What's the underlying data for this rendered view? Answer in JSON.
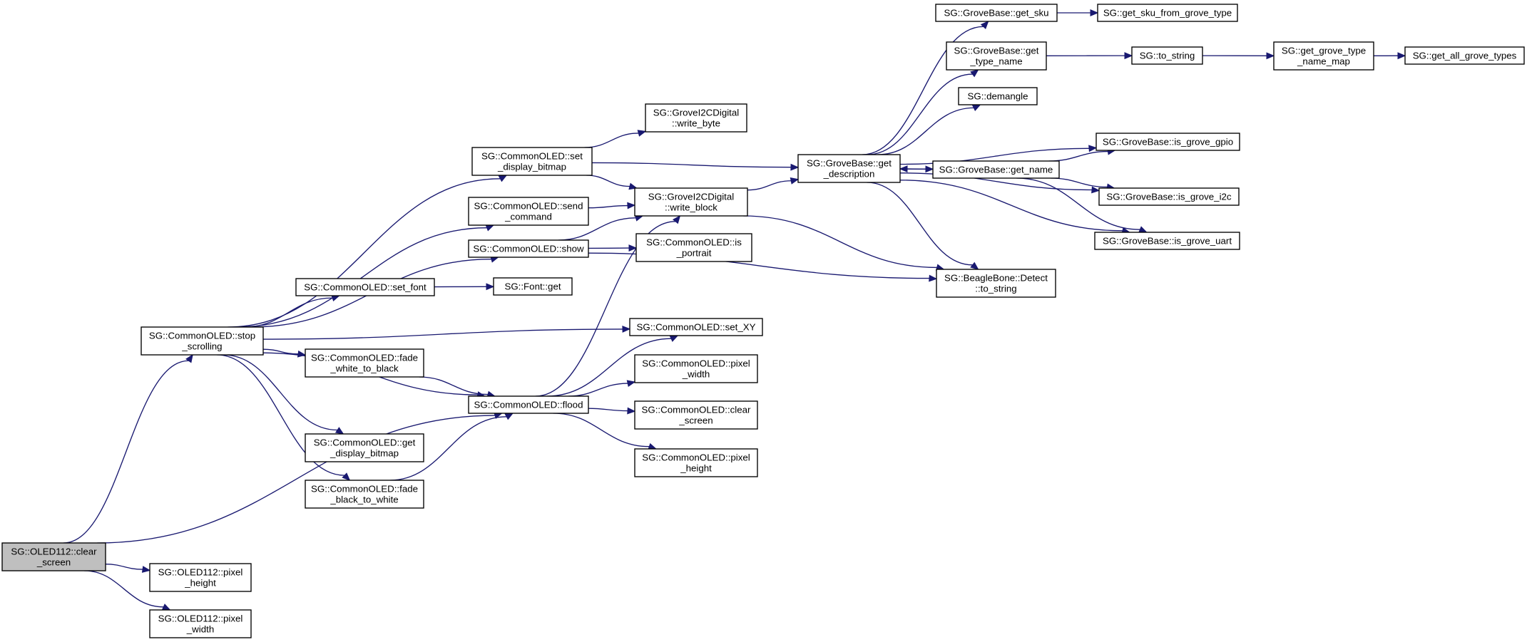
{
  "graph": {
    "colors": {
      "edge": "#191970",
      "root_fill": "#bfbfbf",
      "node_fill": "#ffffff",
      "border": "#000000"
    },
    "nodes": [
      {
        "id": "oled112_clear_screen",
        "lines": [
          "SG::OLED112::clear",
          "_screen"
        ],
        "root": true
      },
      {
        "id": "oled112_pixel_height",
        "lines": [
          "SG::OLED112::pixel",
          "_height"
        ]
      },
      {
        "id": "oled112_pixel_width",
        "lines": [
          "SG::OLED112::pixel",
          "_width"
        ]
      },
      {
        "id": "stop_scrolling",
        "lines": [
          "SG::CommonOLED::stop",
          "_scrolling"
        ]
      },
      {
        "id": "set_display_bitmap",
        "lines": [
          "SG::CommonOLED::set",
          "_display_bitmap"
        ]
      },
      {
        "id": "send_command",
        "lines": [
          "SG::CommonOLED::send",
          "_command"
        ]
      },
      {
        "id": "show",
        "lines": [
          "SG::CommonOLED::show"
        ]
      },
      {
        "id": "set_font",
        "lines": [
          "SG::CommonOLED::set_font"
        ]
      },
      {
        "id": "fade_white_to_black",
        "lines": [
          "SG::CommonOLED::fade",
          "_white_to_black"
        ]
      },
      {
        "id": "flood",
        "lines": [
          "SG::CommonOLED::flood"
        ]
      },
      {
        "id": "get_display_bitmap",
        "lines": [
          "SG::CommonOLED::get",
          "_display_bitmap"
        ]
      },
      {
        "id": "fade_black_to_white",
        "lines": [
          "SG::CommonOLED::fade",
          "_black_to_white"
        ]
      },
      {
        "id": "write_byte",
        "lines": [
          "SG::GroveI2CDigital",
          "::write_byte"
        ]
      },
      {
        "id": "write_block",
        "lines": [
          "SG::GroveI2CDigital",
          "::write_block"
        ]
      },
      {
        "id": "is_portrait",
        "lines": [
          "SG::CommonOLED::is",
          "_portrait"
        ]
      },
      {
        "id": "font_get",
        "lines": [
          "SG::Font::get"
        ]
      },
      {
        "id": "set_xy",
        "lines": [
          "SG::CommonOLED::set_XY"
        ]
      },
      {
        "id": "common_pixel_width",
        "lines": [
          "SG::CommonOLED::pixel",
          "_width"
        ]
      },
      {
        "id": "common_clear_screen",
        "lines": [
          "SG::CommonOLED::clear",
          "_screen"
        ]
      },
      {
        "id": "common_pixel_height",
        "lines": [
          "SG::CommonOLED::pixel",
          "_height"
        ]
      },
      {
        "id": "get_description",
        "lines": [
          "SG::GroveBase::get",
          "_description"
        ]
      },
      {
        "id": "get_sku",
        "lines": [
          "SG::GroveBase::get_sku"
        ]
      },
      {
        "id": "get_type_name",
        "lines": [
          "SG::GroveBase::get",
          "_type_name"
        ]
      },
      {
        "id": "demangle",
        "lines": [
          "SG::demangle"
        ]
      },
      {
        "id": "get_name",
        "lines": [
          "SG::GroveBase::get_name"
        ]
      },
      {
        "id": "detect_to_string",
        "lines": [
          "SG::BeagleBone::Detect",
          "::to_string"
        ]
      },
      {
        "id": "get_sku_from_grove_type",
        "lines": [
          "SG::get_sku_from_grove_type"
        ]
      },
      {
        "id": "sg_to_string",
        "lines": [
          "SG::to_string"
        ]
      },
      {
        "id": "get_grove_type_name_map",
        "lines": [
          "SG::get_grove_type",
          "_name_map"
        ]
      },
      {
        "id": "get_all_grove_types",
        "lines": [
          "SG::get_all_grove_types"
        ]
      },
      {
        "id": "is_grove_gpio",
        "lines": [
          "SG::GroveBase::is_grove_gpio"
        ]
      },
      {
        "id": "is_grove_i2c",
        "lines": [
          "SG::GroveBase::is_grove_i2c"
        ]
      },
      {
        "id": "is_grove_uart",
        "lines": [
          "SG::GroveBase::is_grove_uart"
        ]
      }
    ],
    "edges": [
      [
        "oled112_clear_screen",
        "stop_scrolling"
      ],
      [
        "oled112_clear_screen",
        "flood"
      ],
      [
        "oled112_clear_screen",
        "oled112_pixel_height"
      ],
      [
        "oled112_clear_screen",
        "oled112_pixel_width"
      ],
      [
        "stop_scrolling",
        "set_display_bitmap"
      ],
      [
        "stop_scrolling",
        "send_command"
      ],
      [
        "stop_scrolling",
        "show"
      ],
      [
        "stop_scrolling",
        "set_font"
      ],
      [
        "stop_scrolling",
        "set_xy"
      ],
      [
        "stop_scrolling",
        "fade_white_to_black"
      ],
      [
        "stop_scrolling",
        "flood"
      ],
      [
        "stop_scrolling",
        "get_display_bitmap"
      ],
      [
        "stop_scrolling",
        "fade_black_to_white"
      ],
      [
        "set_display_bitmap",
        "write_byte"
      ],
      [
        "set_display_bitmap",
        "get_description"
      ],
      [
        "set_display_bitmap",
        "write_block"
      ],
      [
        "send_command",
        "write_block"
      ],
      [
        "show",
        "write_block"
      ],
      [
        "show",
        "is_portrait"
      ],
      [
        "show",
        "detect_to_string"
      ],
      [
        "set_font",
        "font_get"
      ],
      [
        "fade_white_to_black",
        "flood"
      ],
      [
        "fade_black_to_white",
        "flood"
      ],
      [
        "flood",
        "write_block"
      ],
      [
        "flood",
        "set_xy"
      ],
      [
        "flood",
        "common_pixel_width"
      ],
      [
        "flood",
        "common_clear_screen"
      ],
      [
        "flood",
        "common_pixel_height"
      ],
      [
        "write_block",
        "get_description"
      ],
      [
        "write_block",
        "detect_to_string"
      ],
      [
        "get_description",
        "get_sku"
      ],
      [
        "get_description",
        "get_type_name"
      ],
      [
        "get_description",
        "demangle"
      ],
      [
        "get_description",
        "is_grove_gpio"
      ],
      [
        "get_description",
        "get_name"
      ],
      [
        "get_description",
        "is_grove_i2c"
      ],
      [
        "get_description",
        "is_grove_uart"
      ],
      [
        "get_description",
        "detect_to_string"
      ],
      [
        "get_sku",
        "get_sku_from_grove_type"
      ],
      [
        "get_type_name",
        "sg_to_string"
      ],
      [
        "sg_to_string",
        "get_grove_type_name_map"
      ],
      [
        "get_grove_type_name_map",
        "get_all_grove_types"
      ],
      [
        "get_name",
        "get_description"
      ],
      [
        "get_name",
        "is_grove_gpio"
      ],
      [
        "get_name",
        "is_grove_i2c"
      ],
      [
        "get_name",
        "is_grove_uart"
      ]
    ]
  }
}
